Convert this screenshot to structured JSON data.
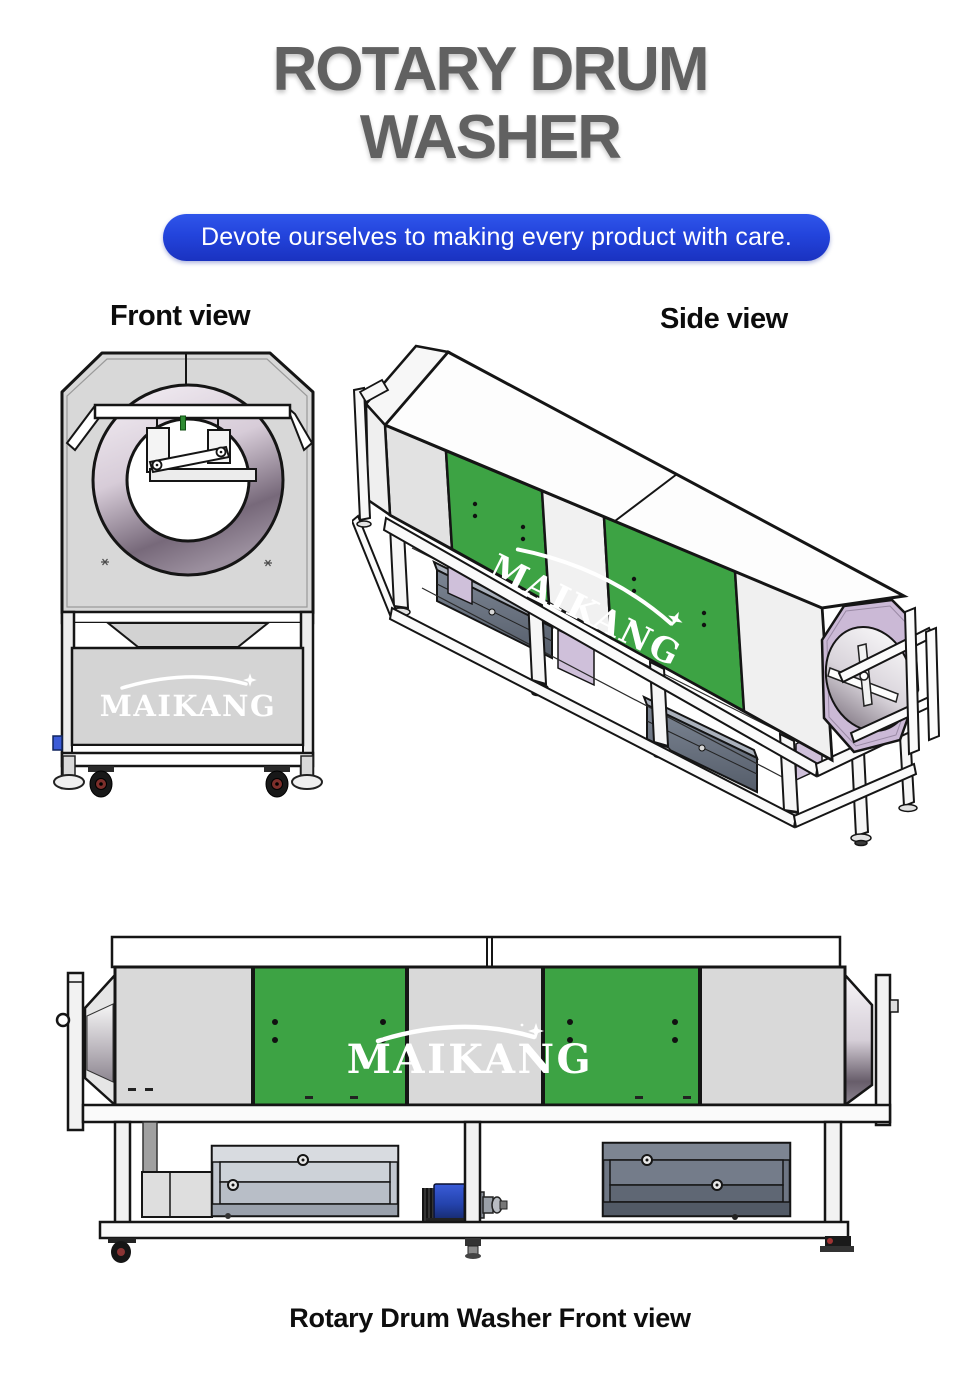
{
  "header": {
    "title_line1": "ROTARY DRUM",
    "title_line2": "WASHER"
  },
  "banner": {
    "text": "Devote ourselves to making every product with care."
  },
  "views": {
    "front_label": "Front view",
    "side_label": "Side view"
  },
  "brand": {
    "logo_text": "MAIKANG"
  },
  "caption": {
    "text": "Rotary Drum Washer Front view"
  },
  "colors": {
    "title_gray": "#616161",
    "banner_blue_top": "#2f55ea",
    "banner_blue_bottom": "#1a32c0",
    "panel_green": "#3da344",
    "panel_gray": "#d9d9d9",
    "end_lavender": "#cbb9d6",
    "tray_slate": "#6e7684",
    "pump_blue": "#2443ad",
    "caster_red": "#7d2f2b",
    "outline_black": "#151515"
  }
}
